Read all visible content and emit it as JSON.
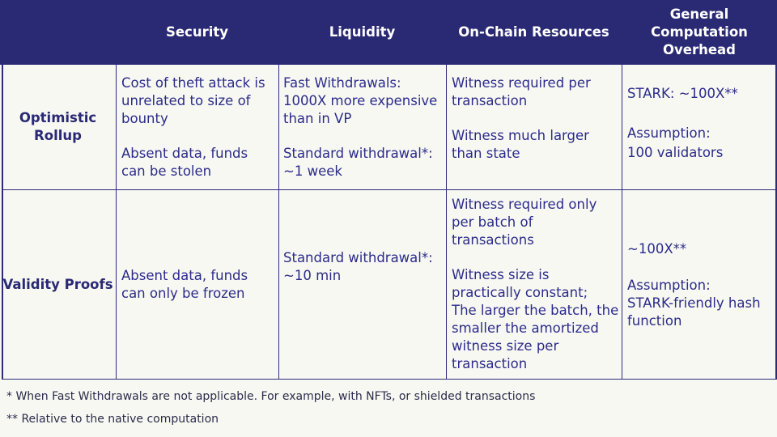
{
  "header": {
    "security": "Security",
    "liquidity": "Liquidity",
    "onchain": "On-Chain Resources",
    "computation_line1": "General",
    "computation_line2": "Computation",
    "computation_line3": "Overhead"
  },
  "rows": [
    {
      "label_line1": "Optimistic",
      "label_line2": "Rollup",
      "security": [
        "Cost of theft attack is",
        "unrelated to size of",
        "bounty",
        "Absent data, funds",
        "can be stolen"
      ],
      "liquidity": [
        "Fast Withdrawals:",
        "1000X more expensive",
        "than in VP",
        "Standard withdrawal*:",
        "~1 week"
      ],
      "onchain": [
        "Witness required per",
        "transaction",
        "Witness much larger",
        "than state"
      ],
      "computation": [
        "STARK: ~100X**",
        "Assumption:",
        "100 validators"
      ]
    },
    {
      "label": "Validity Proofs",
      "security": [
        "Absent data, funds",
        "can only be frozen"
      ],
      "liquidity": [
        "Standard withdrawal*:",
        "~10 min"
      ],
      "onchain": [
        "Witness required only",
        "per batch of",
        "transactions",
        "Witness size is",
        "practically constant;",
        "The larger the batch, the",
        "smaller the amortized",
        "witness size per",
        "transaction"
      ],
      "computation": [
        "~100X**",
        "Assumption:",
        "STARK-friendly hash",
        "function"
      ]
    }
  ],
  "footnotes": [
    "* When Fast Withdrawals are not applicable. For example, with NFTs, or shielded transactions",
    "** Relative to the native computation"
  ]
}
